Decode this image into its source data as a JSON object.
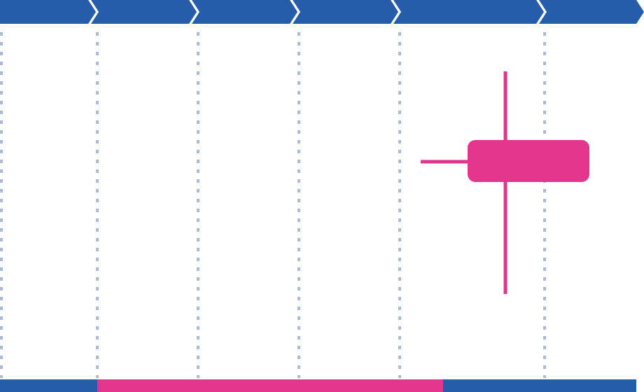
{
  "colors": {
    "background": "#ffffff",
    "header_chevron": "#265dab",
    "chevron_separator": "#ffffff",
    "grid_line": "#a9bbd8",
    "accent": "#e1368b",
    "bottom_bar_blue": "#265dab",
    "bottom_bar_pink": "#e1368b"
  },
  "header": {
    "chevron_count": 6,
    "labels": []
  },
  "grid": {
    "style": "dotted",
    "column_count": 6
  },
  "marker": {
    "shape": "rounded-rectangle",
    "has_vertical_stem": true,
    "has_left_connector": true,
    "label": ""
  },
  "bottom_bar": {
    "segments": [
      {
        "color": "blue"
      },
      {
        "color": "pink"
      },
      {
        "color": "blue"
      }
    ]
  }
}
